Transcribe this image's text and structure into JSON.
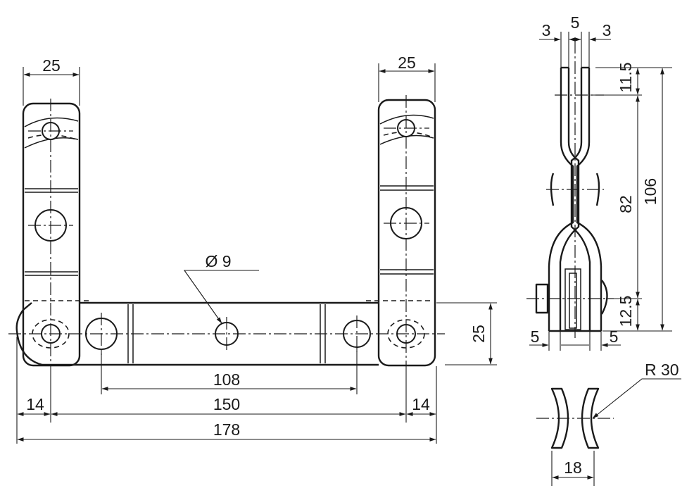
{
  "drawing": {
    "labels": {
      "width_left": "25",
      "width_right": "25",
      "hole_diameter": "Ø 9",
      "height_base": "25",
      "inner_pitch": "108",
      "offset_left": "14",
      "outer_pitch": "150",
      "offset_right": "14",
      "total_length": "178",
      "side_thick_a": "3",
      "side_gap": "5",
      "side_thick_b": "3",
      "side_top": "11.5",
      "side_mid": "82",
      "side_total": "106",
      "side_bottom": "12.5",
      "side_left_offset": "5",
      "side_right_offset": "5",
      "radius": "R 30",
      "curve_width": "18"
    }
  }
}
